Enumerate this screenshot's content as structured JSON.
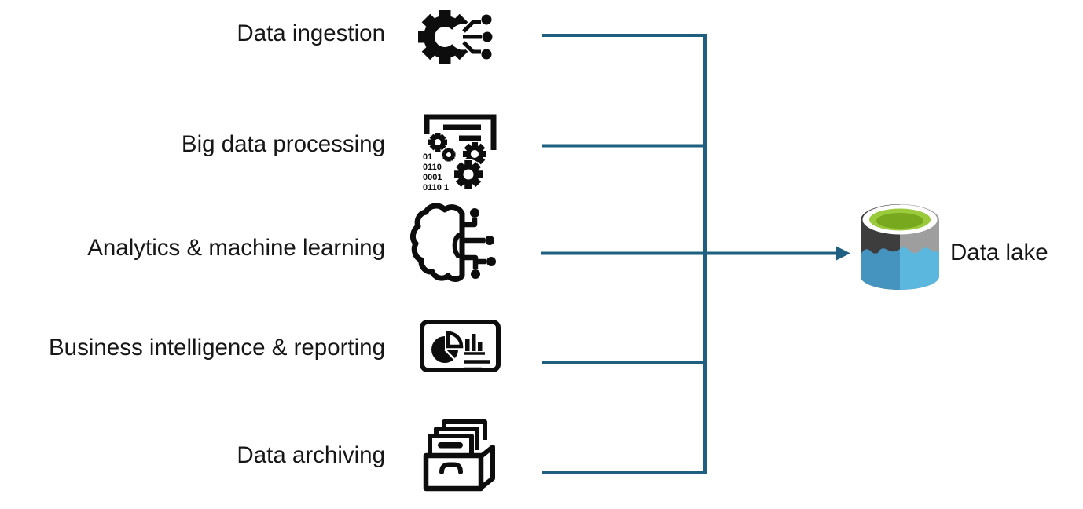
{
  "diagram": {
    "use_cases": [
      {
        "label": "Data ingestion",
        "icon": "gear-circuit-icon"
      },
      {
        "label": "Big data processing",
        "icon": "document-gears-binary-icon",
        "binary_lines": [
          "01",
          "0110",
          "0001",
          "0110 1"
        ]
      },
      {
        "label": "Analytics & machine learning",
        "icon": "brain-circuit-icon"
      },
      {
        "label": "Business intelligence & reporting",
        "icon": "dashboard-charts-icon"
      },
      {
        "label": "Data archiving",
        "icon": "archive-drawer-icon"
      }
    ],
    "target": {
      "label": "Data lake",
      "icon": "data-lake-cylinder-icon"
    },
    "connector": {
      "color": "#1F6080",
      "style": "elbow-tree-with-arrow"
    },
    "colors": {
      "icon_ink": "#0D0D0D",
      "label_text": "#161616",
      "lake_green_ring": "#9BCB3C",
      "lake_green_center": "#78A81E",
      "lake_gray_left": "#3D3D3D",
      "lake_gray_right": "#9E9E9E",
      "lake_blue_left": "#4593BF",
      "lake_blue_right": "#5CB7DF"
    }
  }
}
